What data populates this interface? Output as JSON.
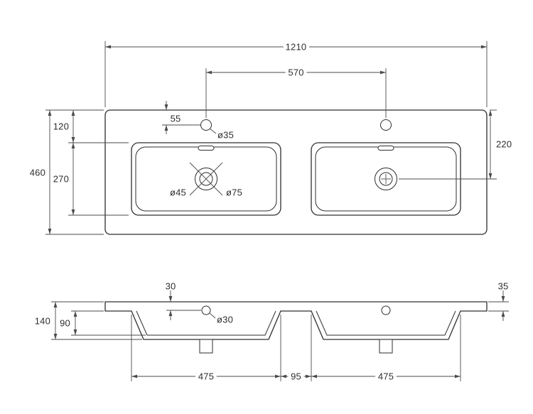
{
  "top_view": {
    "overall_width": "1210",
    "faucet_distance": "570",
    "faucet_offset": "55",
    "faucet_hole_diameter": "ø35",
    "edge_to_basin": "120",
    "overall_depth": "460",
    "basin_length": "270",
    "drain_offset": "220",
    "drain_diameter": "ø45",
    "drain_recess_diameter": "ø75"
  },
  "front_view": {
    "hole_offset": "30",
    "top_thickness": "35",
    "bowl_depth": "90",
    "overall_height": "140",
    "hole_diameter": "ø30",
    "left_bowl_width": "475",
    "bowl_gap": "95",
    "right_bowl_width": "475"
  }
}
